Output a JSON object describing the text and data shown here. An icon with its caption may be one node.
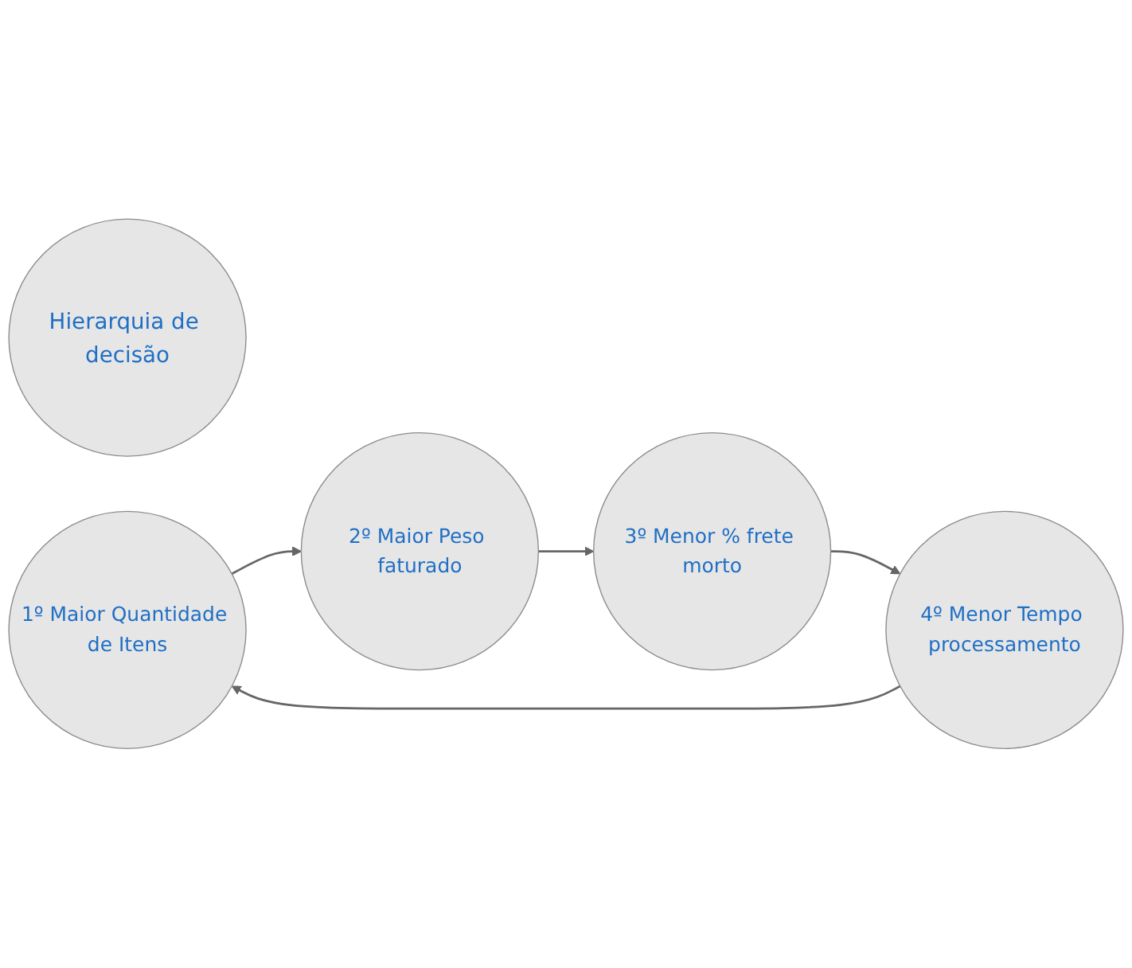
{
  "diagram": {
    "nodes": [
      {
        "text": [
          "Hierarquia de decisão"
        ]
      },
      {
        "text": [
          "1º Maior Quantidade de Itens"
        ]
      },
      {
        "text": [
          "2º Maior Peso faturado"
        ]
      },
      {
        "text": [
          "3º Menor % frete morto"
        ]
      },
      {
        "text": [
          "4º Menor Tempo processamento"
        ]
      }
    ],
    "edges": [
      {
        "from": 1,
        "to": 2,
        "arrow": "to"
      },
      {
        "from": 2,
        "to": 3,
        "arrow": "to"
      },
      {
        "from": 3,
        "to": 4,
        "arrow": "to"
      },
      {
        "from": 4,
        "to": 1,
        "arrow": "to"
      }
    ]
  }
}
